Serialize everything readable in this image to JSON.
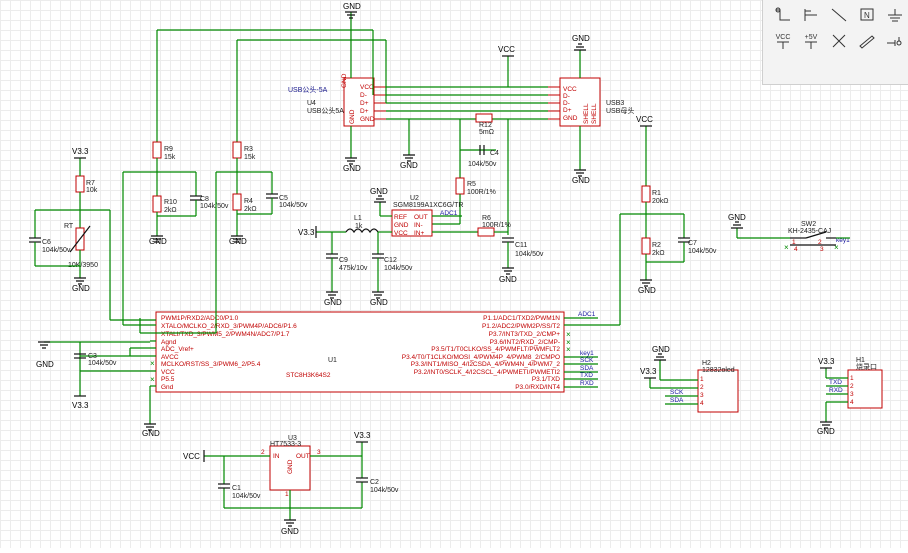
{
  "toolbar": {
    "vcc_label": "VCC",
    "plus5v_label": "+5V",
    "icons": [
      "wire-probe-icon",
      "bus-entry-icon",
      "line-icon",
      "net-label-icon",
      "ground-icon",
      "vcc-icon",
      "plus5v-icon",
      "no-connect-icon",
      "pen-icon",
      "pin-icon"
    ]
  },
  "labels": {
    "gnd": "GND",
    "vcc": "VCC",
    "v33": "V3.3"
  },
  "components": {
    "u4": {
      "ref": "U4",
      "value": "USB公头5A",
      "title": "USB公头-5A",
      "pins": [
        "VCC",
        "D-",
        "D+",
        "D+",
        "GND",
        "GND",
        "GND"
      ]
    },
    "u3usb": {
      "ref": "USB3",
      "value": "USB母头",
      "pins": [
        "VCC",
        "D-",
        "D-",
        "D+",
        "D+",
        "GND"
      ],
      "shell": [
        "SHELL",
        "SHELL"
      ]
    },
    "r9": {
      "ref": "R9",
      "value": "15k"
    },
    "r10": {
      "ref": "R10",
      "value": "2kΩ"
    },
    "c8": {
      "ref": "C8",
      "value": "104k/50v"
    },
    "r3": {
      "ref": "R3",
      "value": "15k"
    },
    "r4": {
      "ref": "R4",
      "value": "2kΩ"
    },
    "c5": {
      "ref": "C5",
      "value": "104k/50v"
    },
    "r7": {
      "ref": "R7",
      "value": "10k"
    },
    "rt": {
      "ref": "RT",
      "value": "10K/3950"
    },
    "c6": {
      "ref": "C6",
      "value": "104k/50v"
    },
    "r12": {
      "ref": "R12",
      "value": "5mΩ"
    },
    "c4": {
      "ref": "C4",
      "value": "104k/50v"
    },
    "r5": {
      "ref": "R5",
      "value": "100R/1%"
    },
    "u2": {
      "ref": "U2",
      "value": "SGM8199A1XC6G/TR",
      "pins_left": [
        "REF",
        "GND",
        "VCC"
      ],
      "pins_right": [
        "OUT",
        "IN-",
        "IN+"
      ],
      "net": "ADC1"
    },
    "r6": {
      "ref": "R6",
      "value": "100R/1%"
    },
    "c11": {
      "ref": "C11",
      "value": "104k/50v"
    },
    "l1": {
      "ref": "L1",
      "value": "1k"
    },
    "c9": {
      "ref": "C9",
      "value": "475k/10v"
    },
    "c12": {
      "ref": "C12",
      "value": "104k/50v"
    },
    "r1": {
      "ref": "R1",
      "value": "20kΩ"
    },
    "r2": {
      "ref": "R2",
      "value": "2kΩ"
    },
    "c7": {
      "ref": "C7",
      "value": "104k/50v"
    },
    "sw2": {
      "ref": "SW2",
      "value": "KH-2435-CAJ",
      "net": "key1",
      "pins": [
        "1",
        "2",
        "3",
        "4"
      ]
    },
    "c3": {
      "ref": "C3",
      "value": "104k/50v"
    },
    "h2": {
      "ref": "H2",
      "value": "12832oled",
      "pins": [
        "1",
        "2",
        "3",
        "4"
      ],
      "nets": [
        "SCK",
        "SDA"
      ]
    },
    "h1": {
      "ref": "H1",
      "value": "烧录口",
      "pins": [
        "1",
        "2",
        "3",
        "4"
      ],
      "nets": [
        "TXD",
        "RXD"
      ]
    },
    "u3reg": {
      "ref": "U3",
      "value": "HT7533-3",
      "pins": [
        "IN",
        "OUT",
        "GND"
      ],
      "pin_nums": [
        "2",
        "3",
        "1"
      ]
    },
    "c1": {
      "ref": "C1",
      "value": "104k/50v"
    },
    "c2": {
      "ref": "C2",
      "value": "104k/50v"
    },
    "u1": {
      "ref": "U1",
      "value": "STC8H3K64S2",
      "left_pins": [
        "PWM1P/RXD2/ADC0/P1.0",
        "XTALO/MCLKO_2/RXD_3/PWM4P/ADC6/P1.6",
        "XTALI/TXD_3/PWM5_2/PWM4N/ADC7/P1.7",
        "Agnd",
        "ADC_Vref+",
        "AVCC",
        "MCLKO/RST/SS_3/PWM6_2/P5.4",
        "VCC",
        "P5.5",
        "Gnd"
      ],
      "right_pins": [
        "P1.1/ADC1/TXD2/PWM1N",
        "P1.2/ADC2/PWM2P/SS/T2",
        "P3.7/INT3/TXD_2/CMP+",
        "P3.6/INT2/RXD_2/CMP-",
        "P3.5/T1/T0CLKO/SS_4/PWMFLT/PWMFLT2",
        "P3.4/T0/T1CLKO/MOSI_4/PWM4P_4/PWM8_2/CMPO",
        "P3.3/INT1/MISO_4/I2CSDA_4/PWM4N_4/PWM7_2",
        "P3.2/INT0/SCLK_4/I2CSCL_4/PWMETI/PWMETI2",
        "P3.1/TXD",
        "P3.0/RXD/INT4"
      ],
      "right_nets": [
        "ADC1",
        "",
        "",
        "",
        "",
        "key1",
        "SCK",
        "SDA",
        "TXD",
        "RXD"
      ]
    }
  }
}
